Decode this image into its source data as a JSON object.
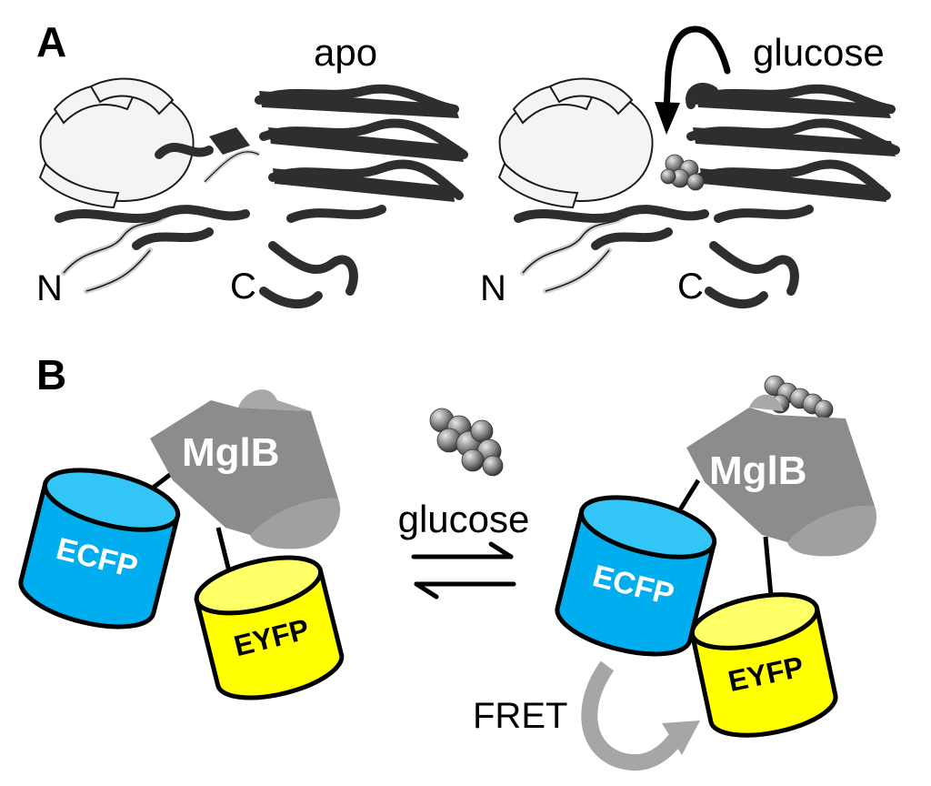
{
  "panel_a": {
    "label": "A",
    "apo_label": "apo",
    "glucose_label": "glucose",
    "left_n": "N",
    "left_c": "C",
    "right_n": "N",
    "right_c": "C"
  },
  "panel_b": {
    "label": "B",
    "left_protein_label": "MglB",
    "right_protein_label": "MglB",
    "left_donor_label": "ECFP",
    "left_acceptor_label": "EYFP",
    "right_donor_label": "ECFP",
    "right_acceptor_label": "EYFP",
    "glucose_label": "glucose",
    "fret_label": "FRET"
  },
  "colors": {
    "ecfp": "#00aeef",
    "eyfp": "#ffff00",
    "mglb": "#808080",
    "protein_dark": "#2e2e2e",
    "protein_light": "#f2f2f2",
    "fret_arrow": "#a6a6a6"
  }
}
